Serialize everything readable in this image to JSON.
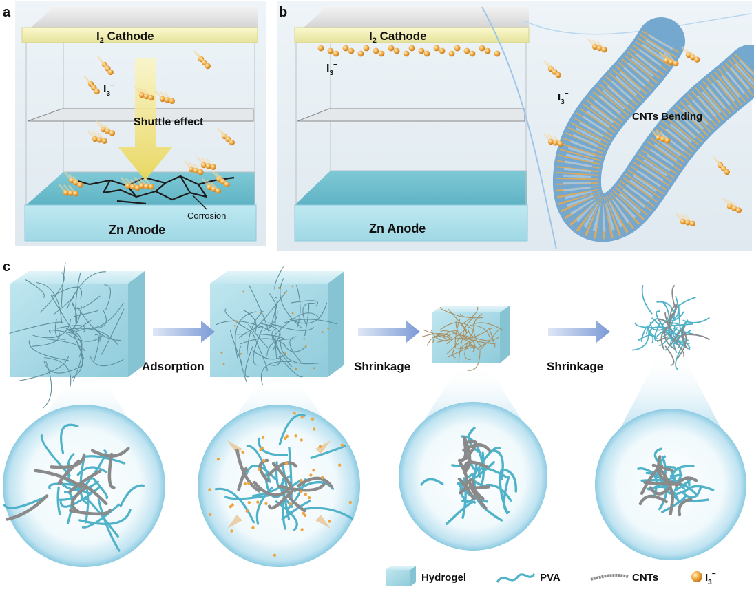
{
  "panel_a": {
    "letter": "a",
    "cathode_main": "I",
    "cathode_sub": "2",
    "cathode_rest": " Cathode",
    "ion_main": "I",
    "ion_sub": "3",
    "ion_sup": "−",
    "shuttle": "Shuttle effect",
    "corrosion": "Corrosion",
    "anode": "Zn Anode"
  },
  "panel_b": {
    "letter": "b",
    "cathode_main": "I",
    "cathode_sub": "2",
    "cathode_rest": " Cathode",
    "ion_main": "I",
    "ion_sub": "3",
    "ion_sup": "−",
    "ion2_main": "I",
    "ion2_sub": "3",
    "ion2_sup": "−",
    "cnts_bending": "CNTs Bending",
    "anode": "Zn Anode"
  },
  "panel_c": {
    "letter": "c",
    "step1": "Adsorption",
    "step2": "Shrinkage",
    "step3": "Shrinkage"
  },
  "legend": {
    "hydrogel": "Hydrogel",
    "pva": "PVA",
    "cnts": "CNTs",
    "i3_main": "I",
    "i3_sub": "3",
    "i3_sup": "−"
  },
  "colors": {
    "cathode": "#f2f0b8",
    "anode": "#a6dde8",
    "hydrogel": "#a9dbe6",
    "pva": "#4fb2c8",
    "cnt": "#8a8a8a",
    "ion": "#f0a640",
    "arrow": "#f1e27a"
  }
}
